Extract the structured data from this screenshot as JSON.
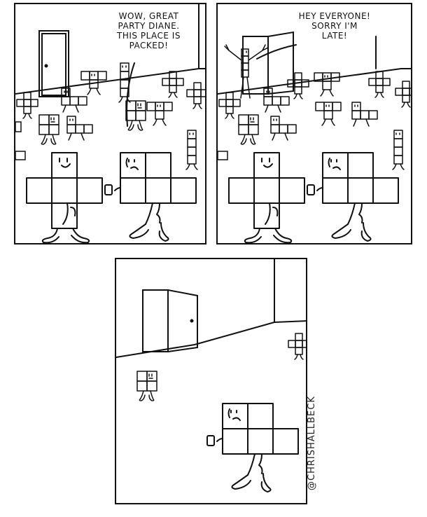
{
  "comic": {
    "panel1": {
      "speech": "WOW, GREAT\nPARTY DIANE.\nTHIS PLACE IS\nPACKED!"
    },
    "panel2": {
      "speech": "HEY EVERYONE!\nSORRY I'M\nLATE!"
    },
    "credit": "@CHRISHALLBECK"
  },
  "colors": {
    "ink": "#111111",
    "paper": "#ffffff"
  }
}
